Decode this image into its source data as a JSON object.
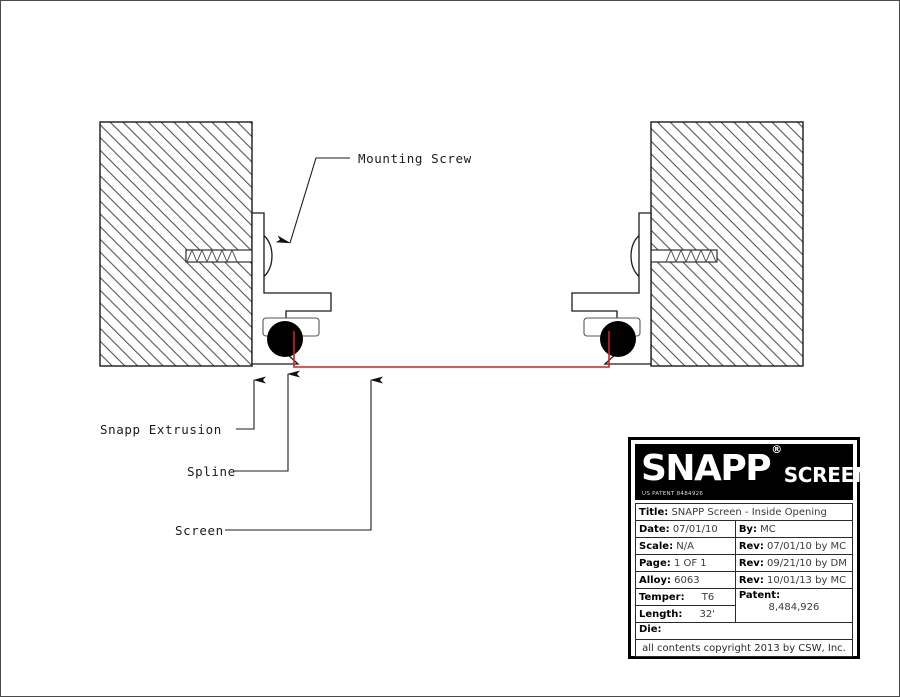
{
  "document": {
    "type": "technical-drawing",
    "description": "SNAPP Screen inside opening cross-section detail"
  },
  "annotations": {
    "mounting_screw": "Mounting Screw",
    "snapp_extrusion": "Snapp Extrusion",
    "spline": "Spline",
    "screen": "Screen"
  },
  "logo": {
    "brand": "SNAPP",
    "registered": "®",
    "product": "SCREEN",
    "patent_line": "US PATENT 8484926"
  },
  "title_block": {
    "title_label": "Title:",
    "title_value": "SNAPP Screen - Inside Opening",
    "date_label": "Date:",
    "date_value": "07/01/10",
    "by_label": "By:",
    "by_value": "MC",
    "scale_label": "Scale:",
    "scale_value": "N/A",
    "rev1_label": "Rev:",
    "rev1_value": "07/01/10 by MC",
    "page_label": "Page:",
    "page_value": "1 OF 1",
    "rev2_label": "Rev:",
    "rev2_value": "09/21/10 by DM",
    "alloy_label": "Alloy:",
    "alloy_value": "6063",
    "rev3_label": "Rev:",
    "rev3_value": "10/01/13 by MC",
    "temper_label": "Temper:",
    "temper_value": "T6",
    "patent_label": "Patent:",
    "patent_value": "8,484,926",
    "length_label": "Length:",
    "length_value": "32'",
    "die_label": "Die:",
    "die_value": "",
    "copyright": "all contents copyright 2013 by CSW, Inc."
  },
  "colors": {
    "screen_line": "#cc2222",
    "line": "#1b1b1b",
    "hatch": "#555555",
    "spline_fill": "#000000",
    "logo_bg": "#000000"
  }
}
